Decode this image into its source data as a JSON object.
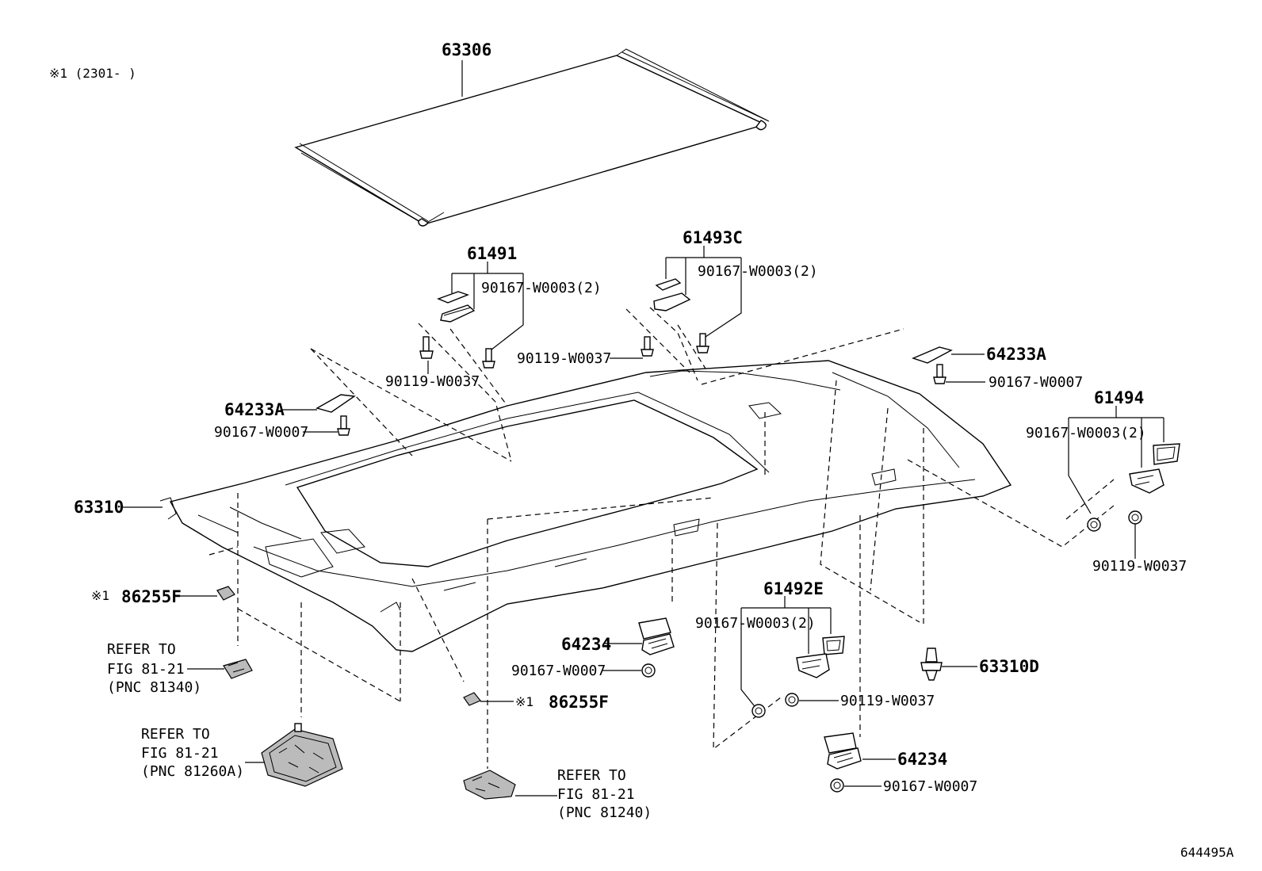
{
  "note": "※1 (2301-      )",
  "figure_id": "644495A",
  "parts": {
    "shade_roll": "63306",
    "headliner": "63310",
    "clip_63310d": "63310D",
    "bracket_61491": "61491",
    "bracket_61493c": "61493C",
    "bracket_61494": "61494",
    "bracket_61492e": "61492E",
    "holder_left": "64233A",
    "holder_right": "64233A",
    "lamp_cover_center": "64234",
    "lamp_cover_right": "64234",
    "clip_86255f_left": "86255F",
    "clip_86255f_center": "86255F",
    "mark_1": "※1",
    "mark_2": "※1"
  },
  "fasteners": {
    "screw_61491_a": "90167-W0003(2)",
    "bolt_61491_b": "90119-W0037",
    "screw_61493c_a": "90167-W0003(2)",
    "bolt_61493c_b": "90119-W0037",
    "screw_64233a_left": "90167-W0007",
    "screw_64233a_right": "90167-W0007",
    "screw_61494_a": "90167-W0003(2)",
    "bolt_61494_b": "90119-W0037",
    "screw_61492e_a": "90167-W0003(2)",
    "bolt_61492e_b": "90119-W0037",
    "screw_64234_center": "90167-W0007",
    "screw_64234_right": "90167-W0007"
  },
  "refs": {
    "ref_81340": {
      "l1": "REFER TO",
      "l2": "FIG 81-21",
      "l3": "(PNC 81340)"
    },
    "ref_81260a": {
      "l1": "REFER TO",
      "l2": "FIG 81-21",
      "l3": "(PNC 81260A)"
    },
    "ref_81240": {
      "l1": "REFER TO",
      "l2": "FIG 81-21",
      "l3": "(PNC 81240)"
    }
  }
}
